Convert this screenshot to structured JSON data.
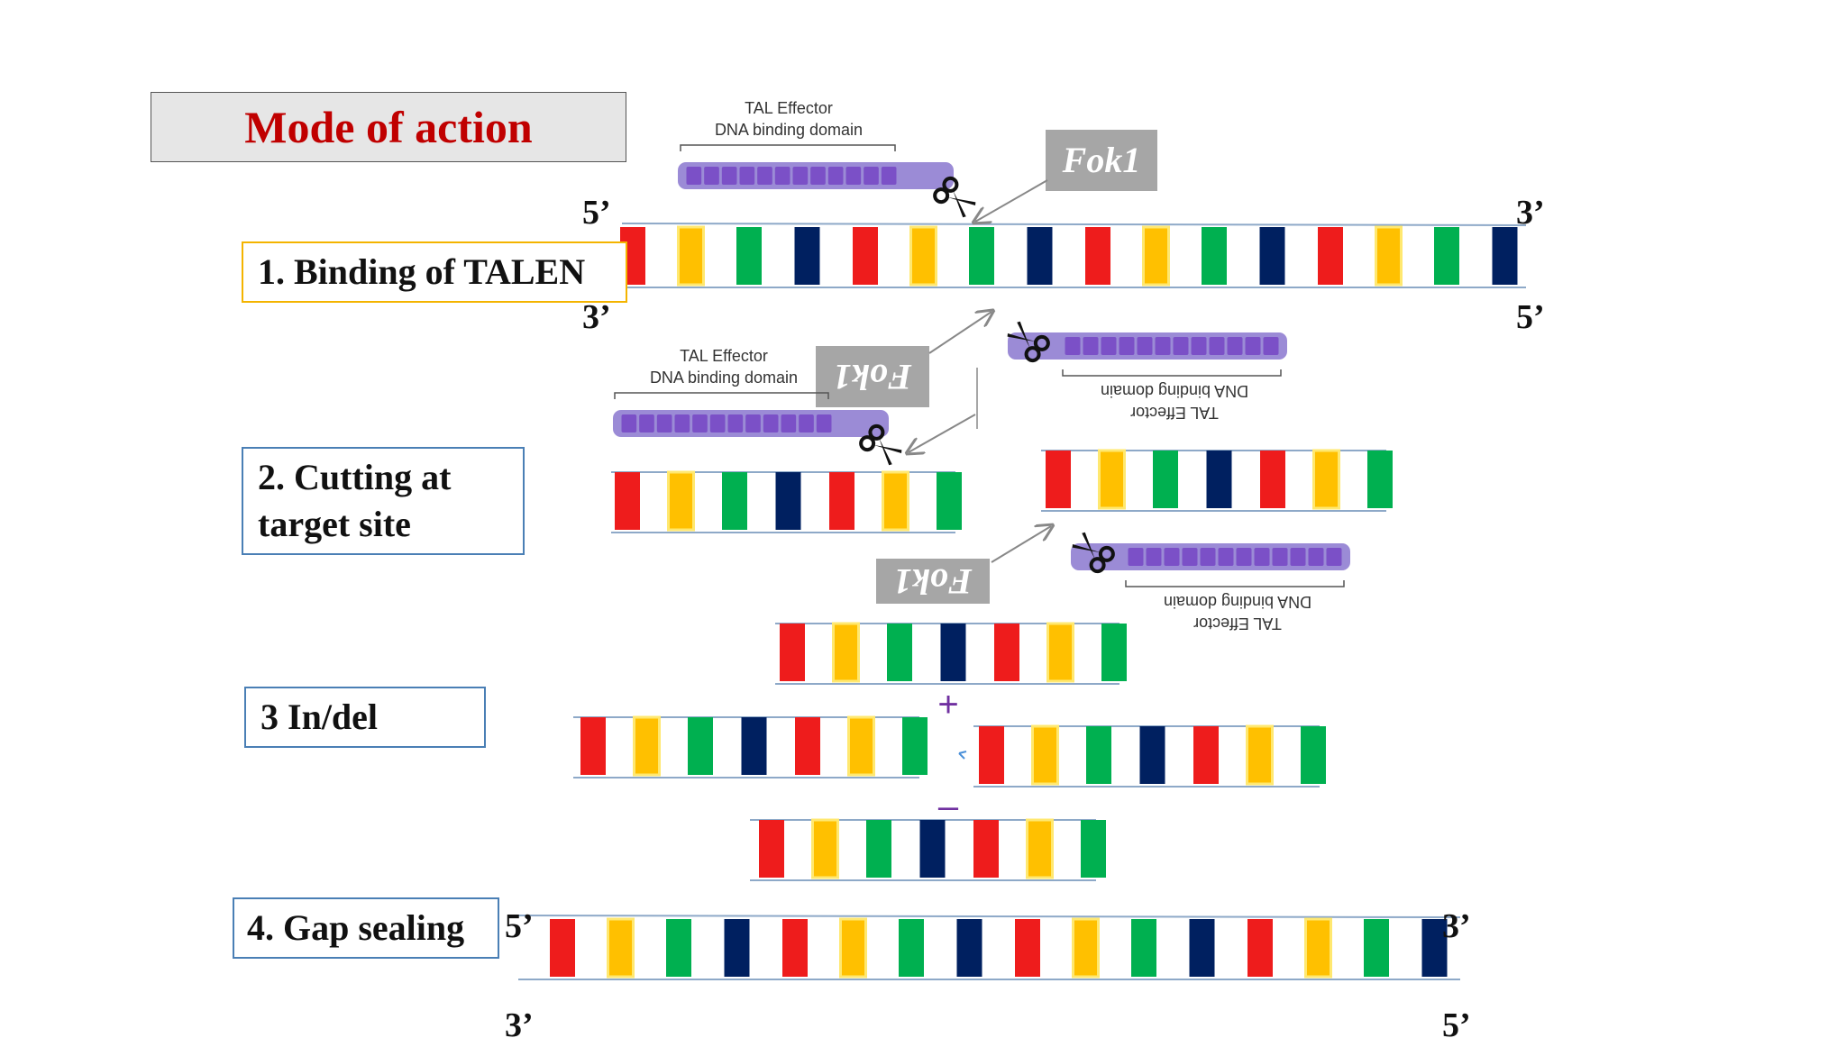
{
  "title": "Mode of action",
  "steps": {
    "s1": "1. Binding of TALEN",
    "s2a": "2. Cutting at",
    "s2b": "target site",
    "s3": "3 In/del",
    "s4": "4. Gap sealing"
  },
  "ends": {
    "five": "5’",
    "three": "3’"
  },
  "labels": {
    "tal_line1": "TAL Effector",
    "tal_line2": "DNA binding domain",
    "fok": "Fok1",
    "plus": "+",
    "minus": "–"
  },
  "colors": {
    "red": "#ee1c1c",
    "yellow": "#ffc000",
    "green": "#00b050",
    "navy": "#002060",
    "tal_light": "#9b8bd6",
    "tal_dark": "#7b50c7",
    "strand": "#8ea9c8",
    "fok_box": "#a6a6a6",
    "title_red": "#c00000",
    "box_orange": "#f4b400",
    "box_blue": "#4a7fb5"
  },
  "sequences": {
    "full": [
      "red",
      "yellow",
      "green",
      "navy",
      "red",
      "yellow",
      "green",
      "navy",
      "red",
      "yellow",
      "green",
      "navy",
      "red",
      "yellow",
      "green",
      "navy"
    ],
    "half": [
      "red",
      "yellow",
      "green",
      "navy",
      "red",
      "yellow",
      "green"
    ]
  }
}
